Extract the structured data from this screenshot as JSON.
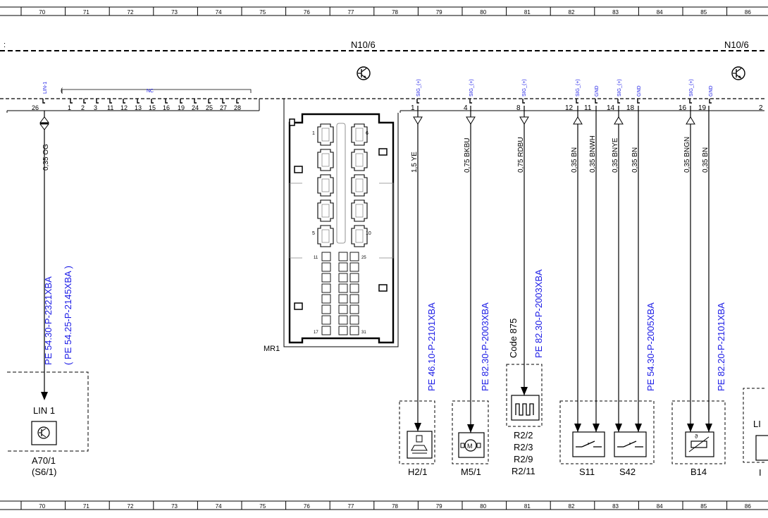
{
  "grid": {
    "columns": [
      "70",
      "71",
      "72",
      "73",
      "74",
      "75",
      "76",
      "77",
      "78",
      "79",
      "80",
      "81",
      "82",
      "83",
      "84",
      "85",
      "86"
    ]
  },
  "control_unit": {
    "left_label": "N10/6",
    "right_label": "N10/6"
  },
  "connector_left": {
    "lin_label": "LIN-1",
    "lin_pin": "26",
    "nc_label": "NC",
    "pins": [
      "1",
      "2",
      "3",
      "11",
      "12",
      "13",
      "15",
      "16",
      "19",
      "24",
      "25",
      "27",
      "28"
    ]
  },
  "connector_right": {
    "pins": [
      {
        "num": "1",
        "signal": "SIG_(+)"
      },
      {
        "num": "4",
        "signal": "SIG_(+)"
      },
      {
        "num": "8",
        "signal": "SIG_(+)"
      },
      {
        "num": "12",
        "signal": "SIG_(+)"
      },
      {
        "num": "11",
        "signal": "GND"
      },
      {
        "num": "14",
        "signal": "SIG_(+)"
      },
      {
        "num": "18",
        "signal": "GND"
      },
      {
        "num": "16",
        "signal": "SIG_(+)"
      },
      {
        "num": "19",
        "signal": "GND"
      },
      {
        "num": "2",
        "signal": ""
      }
    ]
  },
  "wires": [
    {
      "id": "lin",
      "label": "0,35 OG"
    },
    {
      "id": "p1",
      "label": "1,5 YE"
    },
    {
      "id": "p4",
      "label": "0,75 BKBU"
    },
    {
      "id": "p8",
      "label": "0,75 RDBU"
    },
    {
      "id": "p12",
      "label": "0,35 BN"
    },
    {
      "id": "p11",
      "label": "0,35 BNWH"
    },
    {
      "id": "p14",
      "label": "0,35 BNYE"
    },
    {
      "id": "p18",
      "label": "0,35 BN"
    },
    {
      "id": "p16",
      "label": "0,35 BNGN"
    },
    {
      "id": "p19",
      "label": "0,35 BN"
    }
  ],
  "connector_face": {
    "label": "MR1",
    "pin_labels": [
      "1",
      "6",
      "5",
      "10",
      "11",
      "25",
      "17",
      "31"
    ]
  },
  "references": {
    "lin": "PE 54.30-P-2321XBA",
    "lin_alt": "( PE 54.25-P-2145XBA )",
    "h2": "PE 46.10-P-2101XBA",
    "m5": "PE 82.30-P-2003XBA",
    "r2_code": "Code 875",
    "r2": "PE 82.30-P-2003XBA",
    "s42": "PE 54.30-P-2005XBA",
    "b14": "PE 82.20-P-2101XBA"
  },
  "components": {
    "lin_box_label": "LIN 1",
    "a70": "A70/1",
    "a70_alt": "(S6/1)",
    "h2": "H2/1",
    "m5": "M5/1",
    "r2": [
      "R2/2",
      "R2/3",
      "R2/9",
      "R2/11"
    ],
    "s11": "S11",
    "s42": "S42",
    "b14": "B14",
    "right_partial": "LI"
  }
}
